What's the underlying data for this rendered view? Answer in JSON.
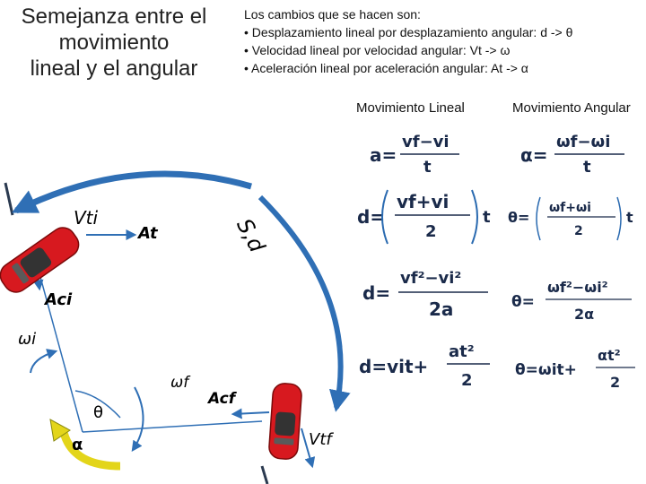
{
  "title": {
    "line1": "Semejanza entre el",
    "line2": "movimiento",
    "line3": "lineal y el angular"
  },
  "intro": {
    "lead": "Los cambios que se hacen son:",
    "items": [
      "• Desplazamiento lineal por desplazamiento angular:  d -> θ",
      "• Velocidad lineal por velocidad angular: Vt -> ω",
      "• Aceleración lineal por aceleración angular: At -> α"
    ]
  },
  "columns": {
    "linear": "Movimiento Lineal",
    "angular": "Movimiento Angular"
  },
  "diagram_labels": {
    "vti": "Vti",
    "at": "At",
    "sd": "S,d",
    "aci": "Aci",
    "omega_i": "ωi",
    "omega_f": "ωf",
    "acf": "Acf",
    "vtf": "Vtf",
    "theta": "θ",
    "alpha": "α"
  },
  "formulas": {
    "linear": {
      "f1": {
        "lhs": "a=",
        "num": "vf−vi",
        "den": "t"
      },
      "f2": {
        "lhs": "d=",
        "paren": "vf+vi",
        "den": "2",
        "tail": "t"
      },
      "f3": {
        "lhs": "d=",
        "num": "vf²−vi²",
        "den": "2a"
      },
      "f4": {
        "lhs": "d=vit+",
        "num": "at²",
        "den": "2"
      }
    },
    "angular": {
      "f1": {
        "lhs": "α=",
        "num": "ωf−ωi",
        "den": "t"
      },
      "f2": {
        "lhs": "θ=",
        "paren": "ωf+ωi",
        "den": "2",
        "tail": "t"
      },
      "f3": {
        "lhs": "θ=",
        "num": "ωf²−ωi²",
        "den": "2α"
      },
      "f4": {
        "lhs": "θ=ωit+",
        "num": "αt²",
        "den": "2"
      }
    }
  },
  "colors": {
    "arrow_blue": "#2f6fb5",
    "car_red": "#d7191f",
    "arrow_yellow": "#e3d51a",
    "bracket_blue": "#2a6ab0"
  }
}
